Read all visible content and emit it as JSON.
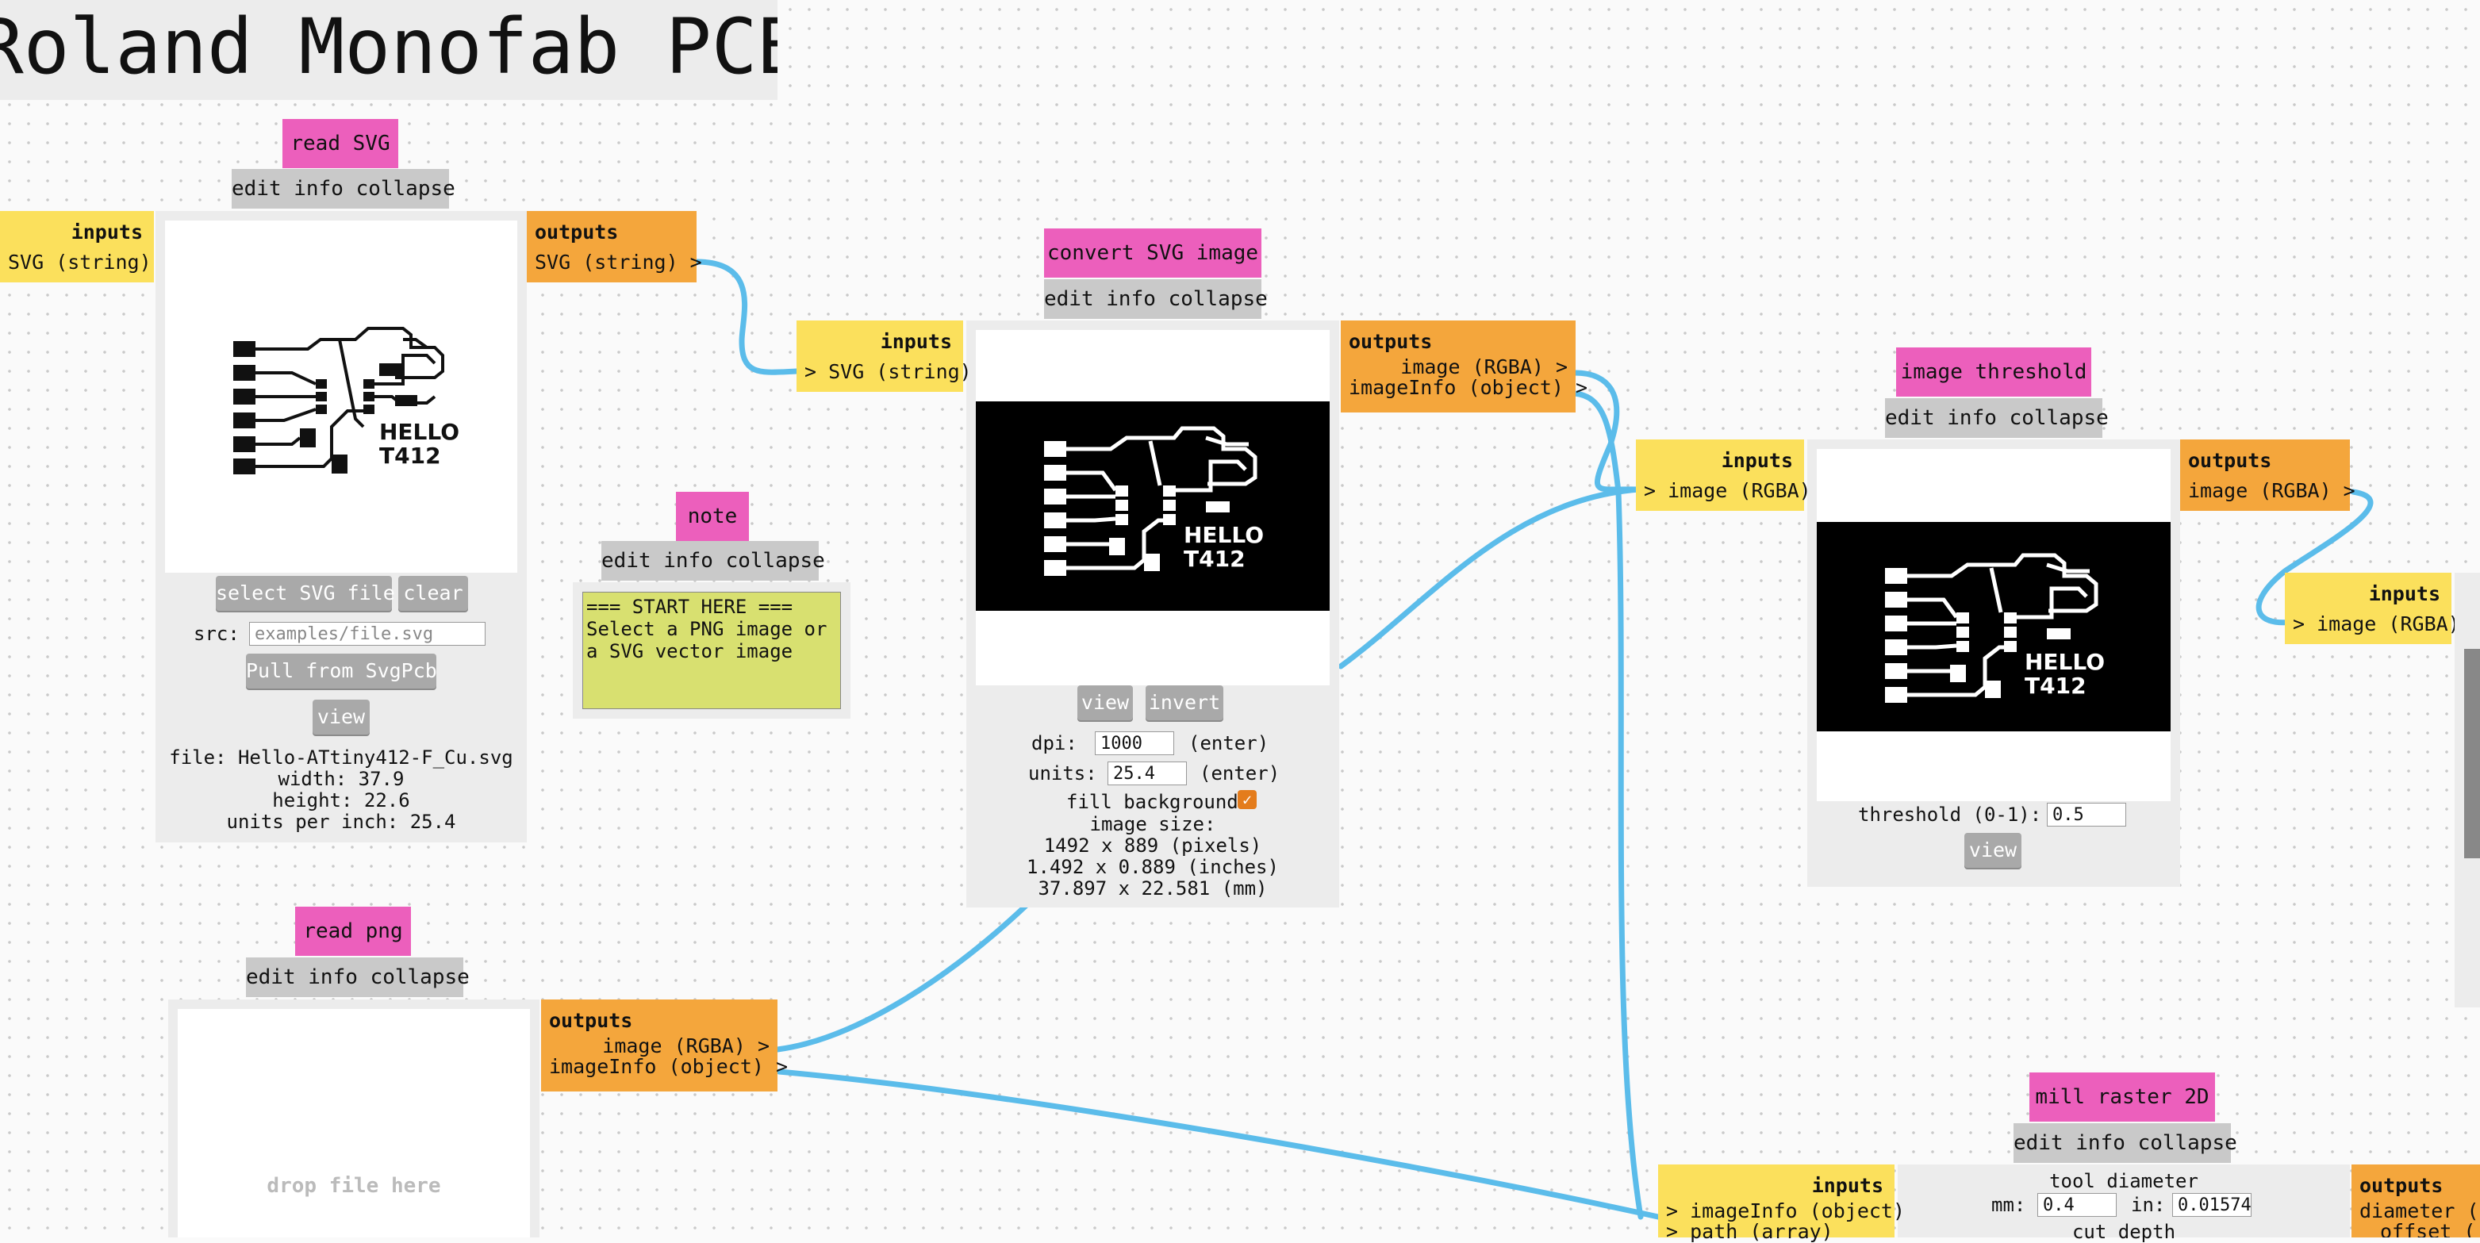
{
  "page_title": "Roland Monofab PCB",
  "menu": {
    "edit": "edit",
    "info": "info",
    "collapse": "collapse"
  },
  "read_svg": {
    "title": "read SVG",
    "inputs_label": "inputs",
    "input_port": "SVG (string)",
    "outputs_label": "outputs",
    "output_port": "SVG (string) >",
    "select_button": "select SVG file",
    "clear_button": "clear",
    "src_label": "src:",
    "src_placeholder": "examples/file.svg",
    "pull_button": "Pull from SvgPcb",
    "view_button": "view",
    "file_line": "file: Hello-ATtiny412-F_Cu.svg",
    "width_line": "width: 37.9",
    "height_line": "height: 22.6",
    "units_line": "units per inch: 25.4"
  },
  "note": {
    "title": "note",
    "text": "=== START HERE ===\nSelect a PNG image or\na SVG vector image"
  },
  "convert_svg": {
    "title": "convert SVG image",
    "inputs_label": "inputs",
    "input_port": "> SVG (string)",
    "outputs_label": "outputs",
    "output_port_1": "image (RGBA) >",
    "output_port_2": "imageInfo (object) >",
    "view_button": "view",
    "invert_button": "invert",
    "dpi_label": "dpi:",
    "dpi_value": "1000",
    "dpi_hint": "(enter)",
    "units_label": "units:",
    "units_value": "25.4",
    "units_hint": "(enter)",
    "fill_label": "fill background:",
    "fill_checked": true,
    "size_label": "image size:",
    "size_pixels": "1492 x 889 (pixels)",
    "size_inches": "1.492 x 0.889 (inches)",
    "size_mm": "37.897 x 22.581 (mm)"
  },
  "image_threshold": {
    "title": "image threshold",
    "inputs_label": "inputs",
    "input_port": "> image (RGBA)",
    "outputs_label": "outputs",
    "output_port": "image (RGBA) >",
    "threshold_label": "threshold (0-1):",
    "threshold_value": "0.5",
    "view_button": "view"
  },
  "next_module": {
    "inputs_label": "inputs",
    "input_port": "> image (RGBA)"
  },
  "read_png": {
    "title": "read png",
    "outputs_label": "outputs",
    "output_port_1": "image (RGBA) >",
    "output_port_2": "imageInfo (object) >",
    "drop_text": "drop file here"
  },
  "mill_raster": {
    "title": "mill raster 2D",
    "inputs_label": "inputs",
    "input_port_1": "> imageInfo (object)",
    "input_port_2": "> path (array)",
    "tool_diameter_label": "tool diameter",
    "mm_label": "mm:",
    "mm_value": "0.4",
    "in_label": "in:",
    "in_value": "0.01574",
    "cut_depth_label": "cut depth",
    "outputs_label": "outputs",
    "output_port_1": "diameter (n",
    "output_port_2": "offset ("
  },
  "pcb_text": {
    "line1": "HELLO",
    "line2": "T412"
  },
  "colors": {
    "wire": "#5bbcea",
    "module_title": "#ec5fbc",
    "inputs": "#fbe05c",
    "outputs": "#f4a63c",
    "menu": "#c9c9c9"
  }
}
